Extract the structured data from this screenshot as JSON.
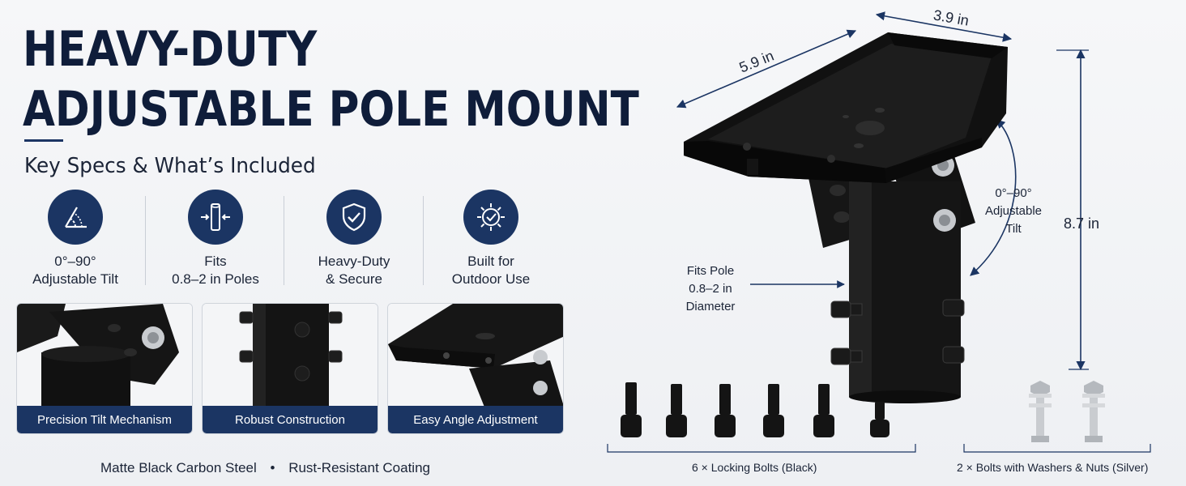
{
  "title": {
    "line1": "HEAVY-DUTY",
    "line2": "ADJUSTABLE POLE MOUNT"
  },
  "subtitle": "Key Specs & What’s Included",
  "features": [
    {
      "icon": "protractor-angle-icon",
      "line1": "0°–90°",
      "line2": "Adjustable Tilt"
    },
    {
      "icon": "pole-fit-icon",
      "line1": "Fits",
      "line2": "0.8–2 in Poles"
    },
    {
      "icon": "shield-check-icon",
      "line1": "Heavy-Duty",
      "line2": "& Secure"
    },
    {
      "icon": "gear-check-icon",
      "line1": "Built for",
      "line2": "Outdoor Use"
    }
  ],
  "detail_cards": [
    {
      "caption": "Precision Tilt Mechanism"
    },
    {
      "caption": "Robust Construction"
    },
    {
      "caption": "Easy Angle Adjustment"
    }
  ],
  "footer": {
    "left_a": "Matte Black Carbon Steel",
    "separator": "•",
    "left_b": "Rust-Resistant Coating"
  },
  "dimensions": {
    "width": "5.9 in",
    "depth": "3.9 in",
    "height": "8.7 in"
  },
  "tilt_note": {
    "line1": "0°–90°",
    "line2": "Adjustable",
    "line3": "Tilt"
  },
  "pole_note": {
    "line1": "Fits Pole",
    "line2": "0.8–2 in",
    "line3": "Diameter"
  },
  "included": {
    "locking_bolts": "6 × Locking Bolts (Black)",
    "silver_bolts": "2 × Bolts with Washers & Nuts (Silver)"
  },
  "colors": {
    "navy": "#1b3563",
    "title": "#0f1d3a",
    "background": "#f3f4f6"
  }
}
